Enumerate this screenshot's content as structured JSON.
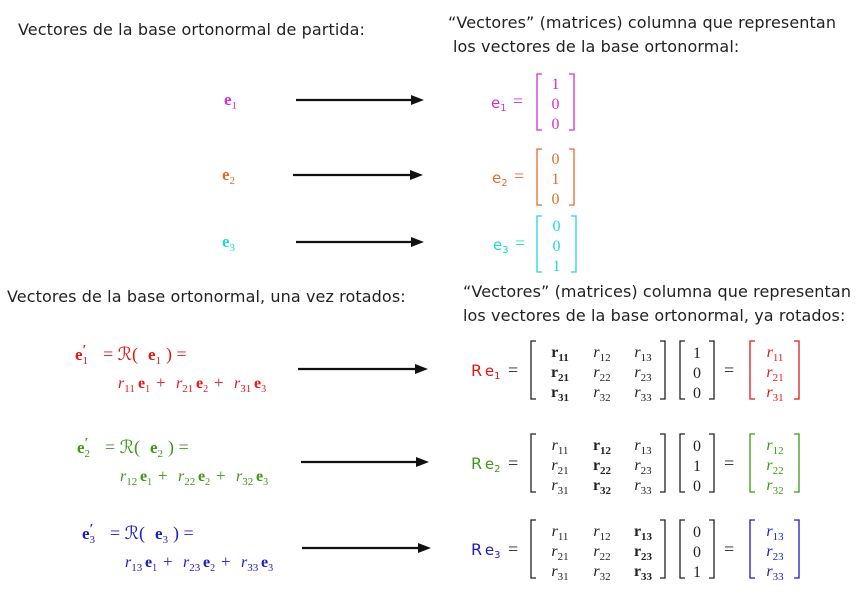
{
  "headings": {
    "initial_basis": "Vectores de la base ortonormal de partida:",
    "column_vectors_line1": "“Vectores” (matrices) columna que representan",
    "column_vectors_line2": "los vectores de la base ortonormal:",
    "rotated_basis": "Vectores de la base ortonormal, una vez rotados:",
    "rotated_columns_line1": "“Vectores” (matrices) columna que representan",
    "rotated_columns_line2": "los vectores de la base ortonormal, ya rotados:"
  },
  "colors": {
    "e1": "#d42fd4",
    "e2": "#e86b2b",
    "e3": "#1fd8e0",
    "rot1": "#e01818",
    "rot2": "#3a9a14",
    "rot3": "#1c1cc0",
    "text": "#222222"
  },
  "basis_vectors": [
    {
      "name": "e",
      "sub": "1",
      "column": [
        "1",
        "0",
        "0"
      ]
    },
    {
      "name": "e",
      "sub": "2",
      "column": [
        "0",
        "1",
        "0"
      ]
    },
    {
      "name": "e",
      "sub": "3",
      "column": [
        "0",
        "0",
        "1"
      ]
    }
  ],
  "rotation_matrix": [
    [
      "r11",
      "r12",
      "r13"
    ],
    [
      "r21",
      "r22",
      "r23"
    ],
    [
      "r31",
      "r32",
      "r33"
    ]
  ],
  "rotated": [
    {
      "sub": "1",
      "column": [
        "r11",
        "r21",
        "r31"
      ],
      "vector": [
        "1",
        "0",
        "0"
      ],
      "bold_col": 0
    },
    {
      "sub": "2",
      "column": [
        "r12",
        "r22",
        "r32"
      ],
      "vector": [
        "0",
        "1",
        "0"
      ],
      "bold_col": 1
    },
    {
      "sub": "3",
      "column": [
        "r13",
        "r23",
        "r33"
      ],
      "vector": [
        "0",
        "0",
        "1"
      ],
      "bold_col": 2
    }
  ],
  "symbols": {
    "operator": "R",
    "rotation_script": "ℛ",
    "equals": "=",
    "plus": "+"
  }
}
